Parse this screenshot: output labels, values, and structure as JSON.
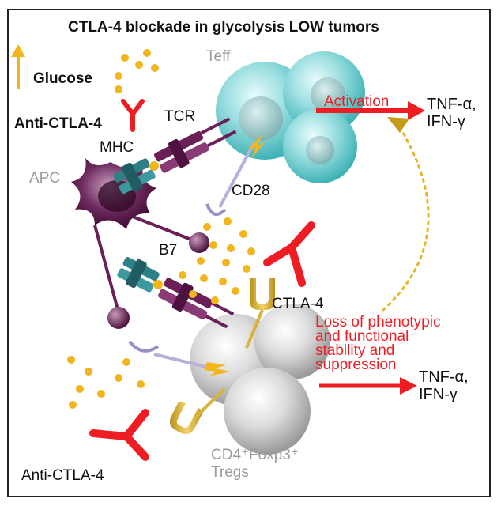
{
  "title": "CTLA-4 blockade in glycolysis LOW tumors",
  "legend": {
    "glucose": "Glucose",
    "anti_ctla4": "Anti-CTLA-4"
  },
  "cells": {
    "teff": "Teff",
    "apc": "APC",
    "tregs_line1": "CD4⁺Foxp3⁺",
    "tregs_line2": "Tregs"
  },
  "molecules": {
    "tcr": "TCR",
    "mhc": "MHC",
    "cd28": "CD28",
    "b7": "B7",
    "ctla4": "CTLA-4"
  },
  "activation": "Activation",
  "output_top": {
    "line1": "TNF-α,",
    "line2": "IFN-γ"
  },
  "loss_text": {
    "line1": "Loss of phenotypic",
    "line2": "and functional",
    "line3": "stability and",
    "line4": "suppression"
  },
  "output_bottom": {
    "line1": "TNF-α,",
    "line2": "IFN-γ"
  },
  "anti_ctla4_bottom": "Anti-CTLA-4",
  "colors": {
    "red": "#ee1d23",
    "glucose": "#f2b51c",
    "teff": "#5cc6c8",
    "treg": "#c9c9c9",
    "apc": "#5b1a4a",
    "gray_text": "#9a9a9a"
  }
}
